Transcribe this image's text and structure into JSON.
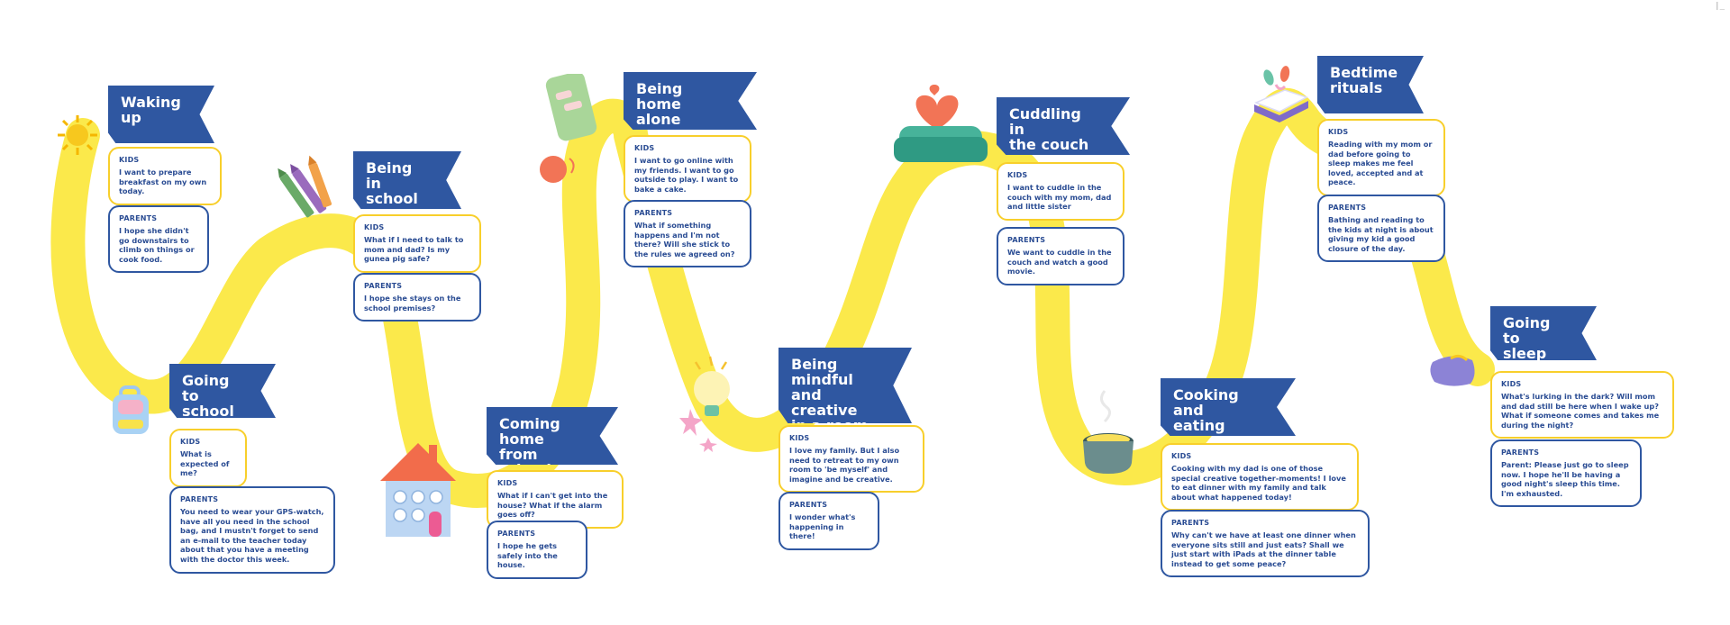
{
  "colors": {
    "road": "#fbe94b",
    "flag": "#2f57a1",
    "kids_border": "#f8cf2b",
    "parents_border": "#2f57a1",
    "text": "#2a4c93"
  },
  "corner_mark": "|_",
  "labels": {
    "kids": "KIDS",
    "parents": "PARENTS"
  },
  "stations": [
    {
      "title": "Waking\nup",
      "kids": "I want to prepare breakfast on my own today.",
      "parents": "I hope she didn't go downstairs to climb on things or cook food.",
      "icon": "sun-icon"
    },
    {
      "title": "Going to\nschool",
      "kids": "What is expected of me?",
      "parents": "You need to wear your GPS-watch, have all you need in the school bag, and I mustn't forget to send an e-mail to the teacher today about that you have a meeting with the doctor this week.",
      "icon": "backpack-icon"
    },
    {
      "title": "Being in\nschool",
      "kids": "What if I need to talk to mom and dad? Is my gunea pig safe?",
      "parents": "I hope she stays on the school premises?",
      "icon": "crayons-icon"
    },
    {
      "title": "Coming home\nfrom school",
      "kids": "What if I can't get into the house? What if the alarm goes off?",
      "parents": "I hope he gets safely into the house.",
      "icon": "house-icon"
    },
    {
      "title": "Being home\nalone",
      "kids": "I want to go online with my friends. I want to go outside to play. I want to bake a cake.",
      "parents": "What if something happens and I'm not there? Will she stick to the rules we agreed on?",
      "icon": "phone-icon"
    },
    {
      "title": "Being mindful\nand creative\nin a room",
      "kids": "I love my family. But I also need to retreat to my own room to 'be myself' and imagine and be creative.",
      "parents": "I wonder what's happening in there!",
      "icon": "lightbulb-icon"
    },
    {
      "title": "Cuddling in\nthe couch",
      "kids": "I want to cuddle in the couch with my mom, dad and little sister",
      "parents": "We want to cuddle in the couch and watch a good movie.",
      "icon": "couch-heart-icon"
    },
    {
      "title": "Cooking and\neating",
      "kids": "Cooking with my dad is one of those special creative together-moments! I love to eat dinner with my family and talk about what happened today!",
      "parents": "Why can't we have at least one dinner when everyone sits still and just eats? Shall we just start with iPads at the dinner table instead to get some peace?",
      "icon": "pot-icon"
    },
    {
      "title": "Bedtime\nrituals",
      "kids": "Reading with my mom or dad before going to sleep makes me feel loved, accepted and at peace.",
      "parents": "Bathing and reading to the kids at night is about giving my kid a good closure of the day.",
      "icon": "book-icon"
    },
    {
      "title": "Going to\nsleep",
      "kids": "What's lurking in the dark? Will mom and dad still be here when I wake up? What if someone comes and takes me during the night?",
      "parents": "Parent: Please just go to sleep now. I hope he'll be having a good night's sleep this time. I'm exhausted.",
      "icon": "pillow-icon"
    }
  ]
}
